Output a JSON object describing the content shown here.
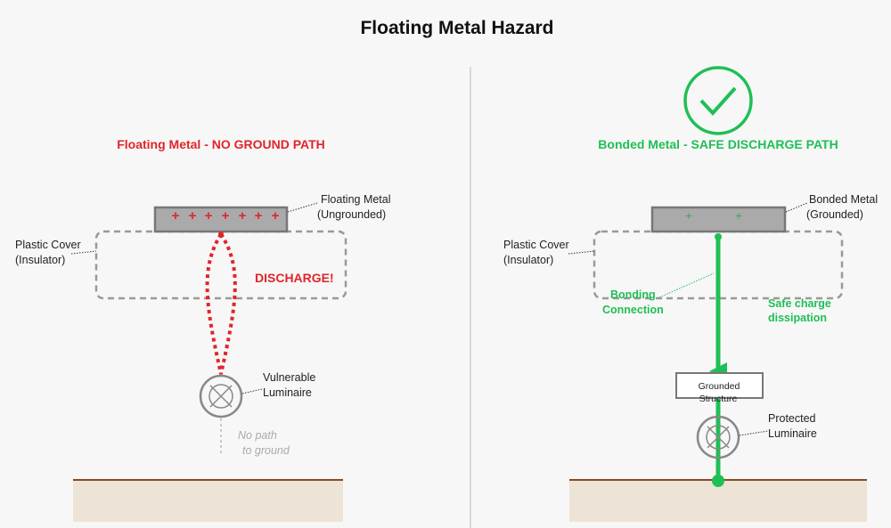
{
  "title": "Floating Metal Hazard",
  "colors": {
    "danger": "#e0252a",
    "safe": "#1fbf55",
    "metal": "#aaaaaa",
    "ground": "#ede3d6",
    "ground_line": "#8b4a1e"
  },
  "left": {
    "heading": "Floating Metal - NO GROUND PATH",
    "metal_label": [
      "Floating Metal",
      "(Ungrounded)"
    ],
    "cover_label": [
      "Plastic Cover",
      "(Insulator)"
    ],
    "discharge": "DISCHARGE!",
    "luminaire_label": [
      "Vulnerable",
      "Luminaire"
    ],
    "no_path": [
      "No path",
      "to ground"
    ],
    "charge_symbol": "+"
  },
  "right": {
    "check_icon": "checkmark-circle-icon",
    "heading": "Bonded Metal - SAFE DISCHARGE PATH",
    "metal_label": [
      "Bonded Metal",
      "(Grounded)"
    ],
    "cover_label": [
      "Plastic Cover",
      "(Insulator)"
    ],
    "bonding_label": [
      "Bonding",
      "Connection"
    ],
    "dissipation_label": [
      "Safe charge",
      "dissipation"
    ],
    "structure_label": [
      "Grounded",
      "Structure"
    ],
    "luminaire_label": [
      "Protected",
      "Luminaire"
    ],
    "charge_symbol": "+"
  }
}
